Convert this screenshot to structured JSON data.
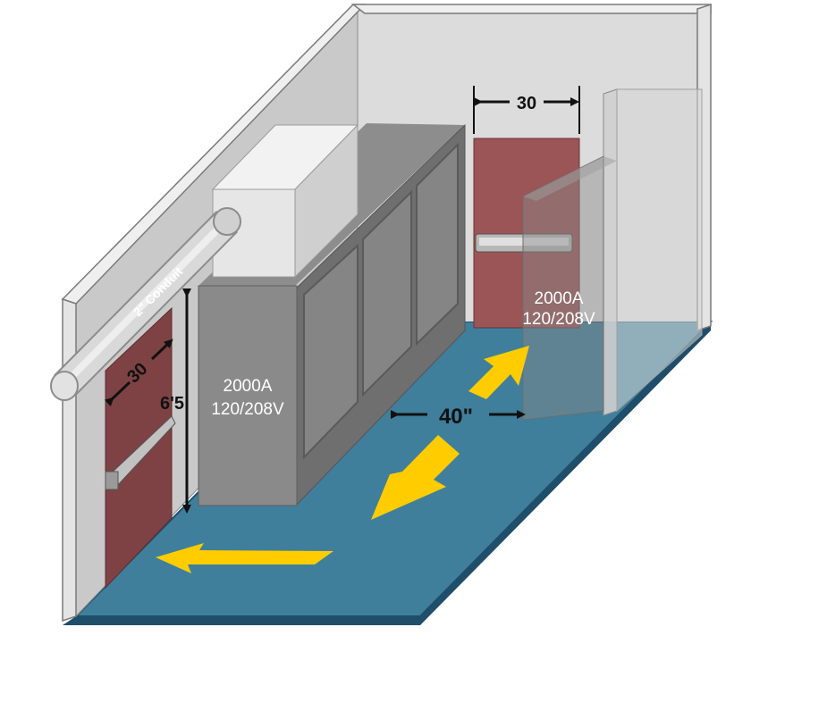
{
  "labels": {
    "conduit": "2\" Conduit",
    "left_door_width": "30",
    "left_door_height": "6'5",
    "back_door_width": "30",
    "clearance": "40\""
  },
  "equipment": {
    "main_rating": "2000A",
    "main_voltage": "120/208V",
    "secondary_rating": "2000A",
    "secondary_voltage": "120/208V"
  },
  "colors": {
    "floor": "#3f7f9c",
    "floor_edge": "#1f4e6b",
    "wall": "#dcdcdc",
    "wall_edge": "#7a7a7a",
    "door": "#7e4244",
    "door_back": "#9b5557",
    "switchgear": "#7a7a7a",
    "switchgear_front": "#8a8a8a",
    "arrow": "#ffcc00",
    "text_dark": "#111111",
    "text_light": "#ffffff"
  }
}
